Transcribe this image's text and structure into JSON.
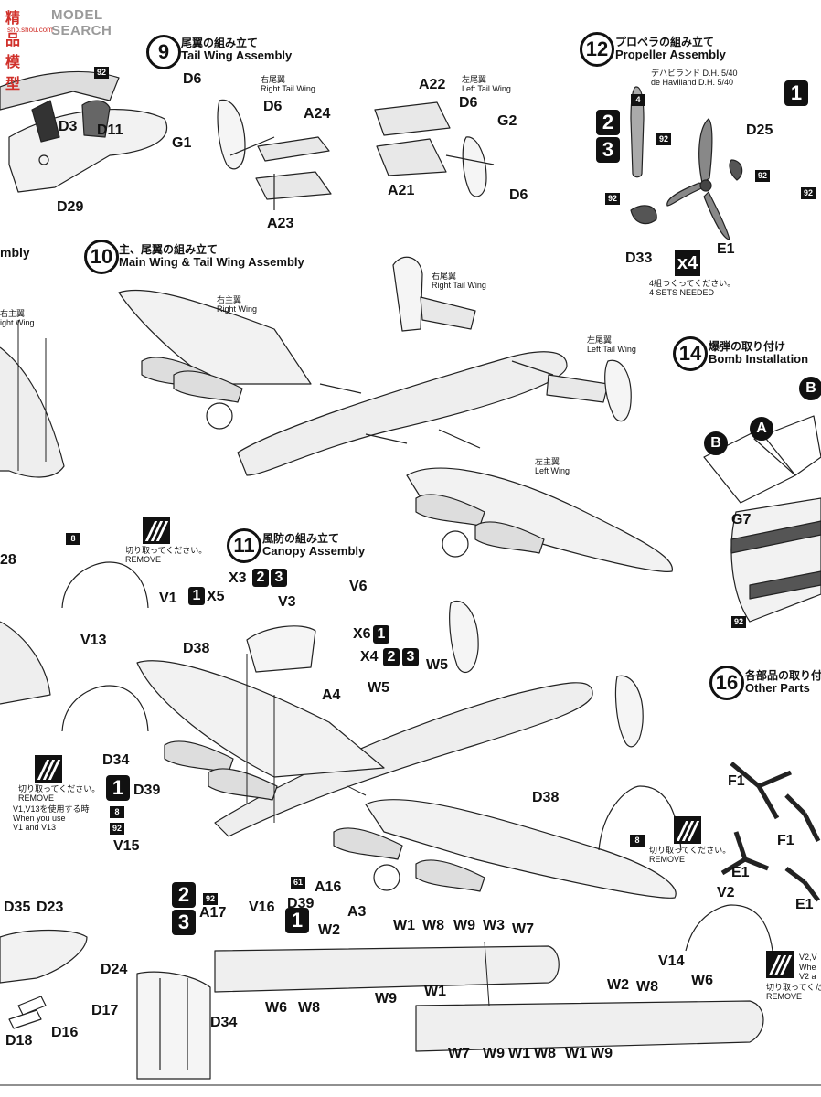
{
  "watermark": {
    "site": "MODEL SEARCH",
    "logo": "精品模型",
    "url": "sho.shou.com"
  },
  "steps": {
    "s9": {
      "num": "9",
      "ja": "尾翼の組み立て",
      "en": "Tail Wing Assembly"
    },
    "s10": {
      "num": "10",
      "ja": "主、尾翼の組み立て",
      "en": "Main Wing & Tail Wing Assembly"
    },
    "s11": {
      "num": "11",
      "ja": "風防の組み立て",
      "en": "Canopy Assembly"
    },
    "s12": {
      "num": "12",
      "ja": "プロペラの組み立て",
      "en": "Propeller Assembly"
    },
    "s14": {
      "num": "14",
      "ja": "爆弾の取り付け",
      "en": "Bomb Installation"
    },
    "s16": {
      "num": "16",
      "ja": "各部品の取り付",
      "en": "Other Parts"
    }
  },
  "notes": {
    "right_tail_ja": "右尾翼",
    "right_tail_en": "Right Tail Wing",
    "left_tail_ja": "左尾翼",
    "left_tail_en": "Left Tail Wing",
    "right_wing_ja": "右主翼",
    "right_wing_en": "Right Wing",
    "left_wing_ja": "左主翼",
    "left_wing_en": "Left Wing",
    "prop_ja": "デハビランド D.H. 5/40",
    "prop_en": "de Havilland D.H. 5/40",
    "sets_ja": "4組つくってください。",
    "sets_en": "4 SETS NEEDED",
    "sets_mult": "x4",
    "remove_ja": "切り取ってください。",
    "remove_en": "REMOVE",
    "use_ja": "V1,V13を使用する時",
    "use_en1": "When you use",
    "use_en2": "V1 and V13",
    "use2_ja": "V2,V",
    "use2_en1": "Whe",
    "use2_en2": "V2 a",
    "edge_left_1": "ight Wing",
    "edge_left_2": "右主翼",
    "edge_left_3": "mbly",
    "edge_left_4": "28"
  },
  "paint": {
    "p92": "92",
    "p8": "8",
    "p61": "61",
    "p4": "4"
  },
  "variants": {
    "v1": "1",
    "v2": "2",
    "v3": "3"
  },
  "parts": {
    "D6": "D6",
    "G1": "G1",
    "A24": "A24",
    "A23": "A23",
    "A22": "A22",
    "G2": "G2",
    "A21": "A21",
    "D3": "D3",
    "D11": "D11",
    "D29": "D29",
    "D25": "D25",
    "D33": "D33",
    "E1": "E1",
    "V1": "V1",
    "V13": "V13",
    "X5": "X5",
    "X3": "X3",
    "V3": "V3",
    "V6": "V6",
    "X6": "X6",
    "X4": "X4",
    "D38": "D38",
    "W5": "W5",
    "A4": "A4",
    "D34": "D34",
    "D39": "D39",
    "V15": "V15",
    "A17": "A17",
    "V16": "V16",
    "A16": "A16",
    "A3": "A3",
    "V2": "V2",
    "V14": "V14",
    "G7": "G7",
    "B": "B",
    "A": "A",
    "F1": "F1",
    "D35": "D35",
    "D23": "D23",
    "D24": "D24",
    "D17": "D17",
    "D18": "D18",
    "D16": "D16",
    "W1": "W1",
    "W2": "W2",
    "W3": "W3",
    "W6": "W6",
    "W7": "W7",
    "W8": "W8",
    "W9": "W9"
  }
}
